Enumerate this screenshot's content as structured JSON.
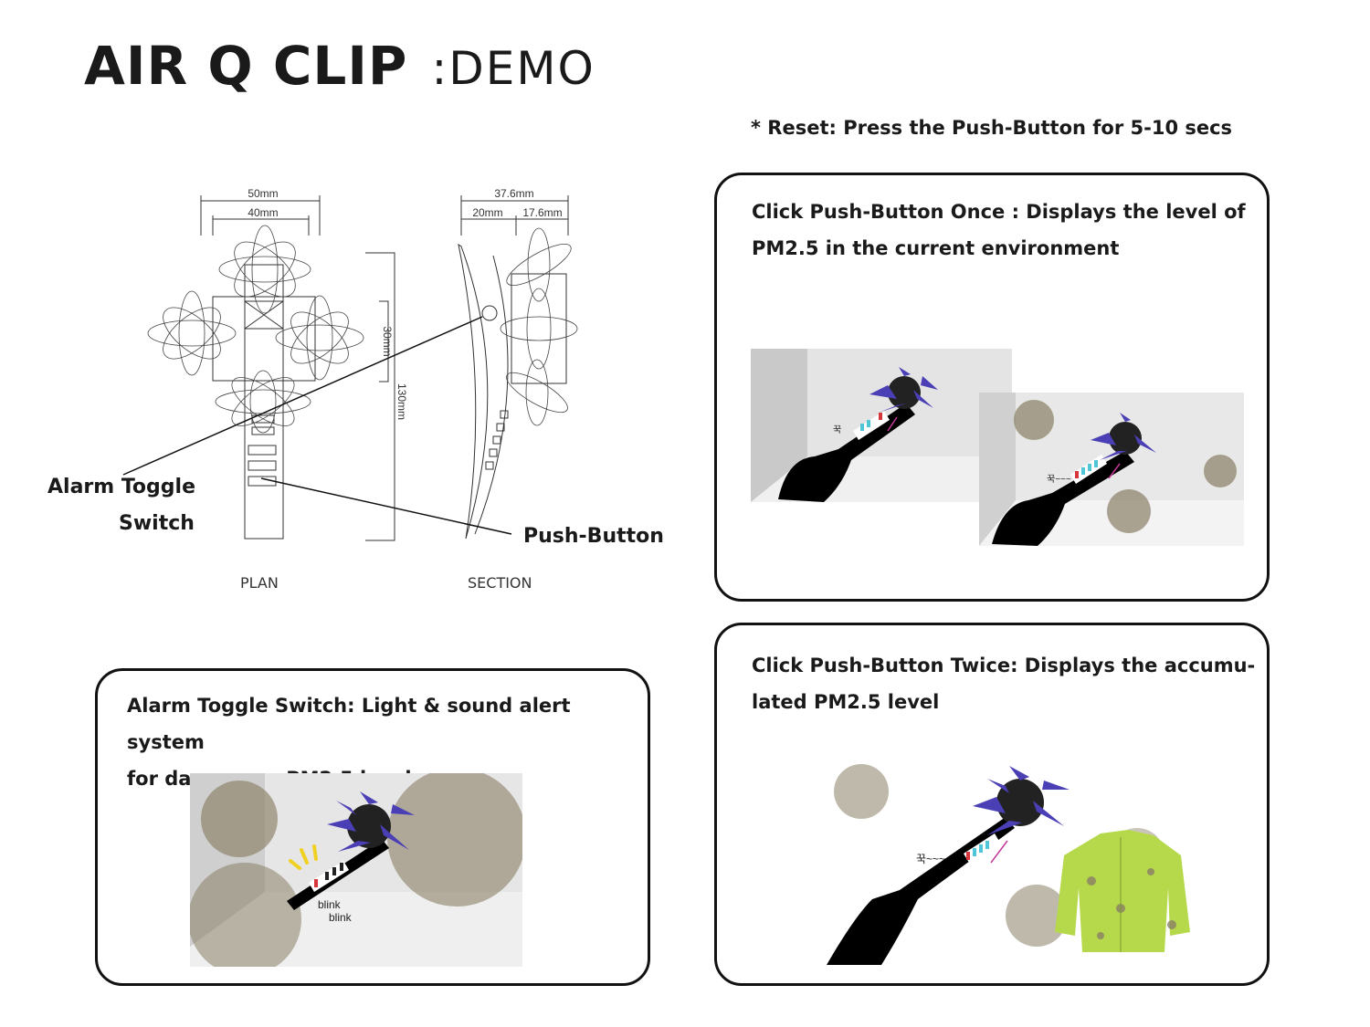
{
  "header": {
    "title": "AIR Q CLIP",
    "title_suffix": ":DEMO",
    "reset_note": "* Reset: Press the Push-Button for 5-10 secs"
  },
  "drawing": {
    "plan_label": "PLAN",
    "section_label": "SECTION",
    "alarm_label_line1": "Alarm Toggle",
    "alarm_label_line2": "Switch",
    "push_button_label": "Push-Button",
    "dims": {
      "plan_outer_width": "50mm",
      "plan_inner_width": "40mm",
      "height_small": "30mm",
      "height_total": "130mm",
      "section_total": "37.6mm",
      "section_left": "20mm",
      "section_right": "17.6mm"
    }
  },
  "panels": {
    "once": {
      "line1": "Click Push-Button Once : Displays the level of",
      "line2": "PM2.5 in the current environment",
      "sound_a": "꾹",
      "sound_b": "꾹~~~"
    },
    "twice": {
      "line1": "Click Push-Button Twice: Displays the accumu-",
      "line2": "lated PM2.5 level",
      "sound": "꾹~~~"
    },
    "alarm": {
      "line1": "Alarm Toggle Switch: Light & sound alert system",
      "line2": "for dangerous PM2.5 levels",
      "blink1": "blink",
      "blink2": "blink"
    }
  },
  "colors": {
    "flower": "#4a3fb5",
    "dust": "#8a7f66",
    "jacket": "#b6d94c",
    "led_red": "#d8343b",
    "led_cyan": "#4fc6d8",
    "arrow": "#c43a9a"
  }
}
